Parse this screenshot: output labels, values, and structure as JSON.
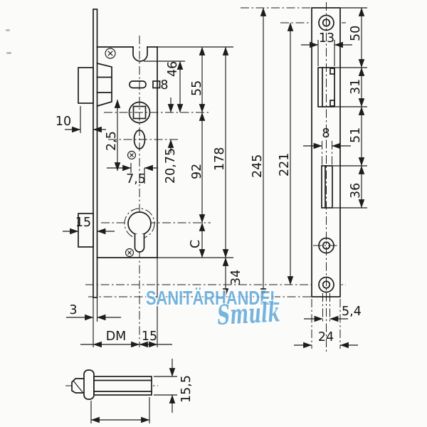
{
  "watermark": {
    "line1": "SANITÄRHANDEL",
    "line2": "Smulk",
    "color": "#5fa8d8"
  },
  "colors": {
    "ink": "#1d1d1d",
    "paper": "#fbfbfa",
    "watermark_blue": "#5fa8d8"
  },
  "dims": {
    "left": {
      "protrusion10": "10",
      "offset25": "2,5",
      "offset75": "7,5",
      "nut_gear": "20,75",
      "square8": "8",
      "notch_nut46": "46",
      "top_nut55": "55",
      "nut_cyl92": "92",
      "case178": "178",
      "cyl_bottomC": "C",
      "below34": "34",
      "bolt15": "15",
      "thick3": "3",
      "backsetDM": "DM",
      "back15": "15",
      "total245": "245",
      "screws221": "221"
    },
    "right": {
      "latch13": "13",
      "top50": "50",
      "latch31": "31",
      "bolt8": "8",
      "mid51": "51",
      "bolt36": "36",
      "hole54": "5,4",
      "width24": "24"
    },
    "bottom": {
      "dia155": "15,5"
    }
  }
}
